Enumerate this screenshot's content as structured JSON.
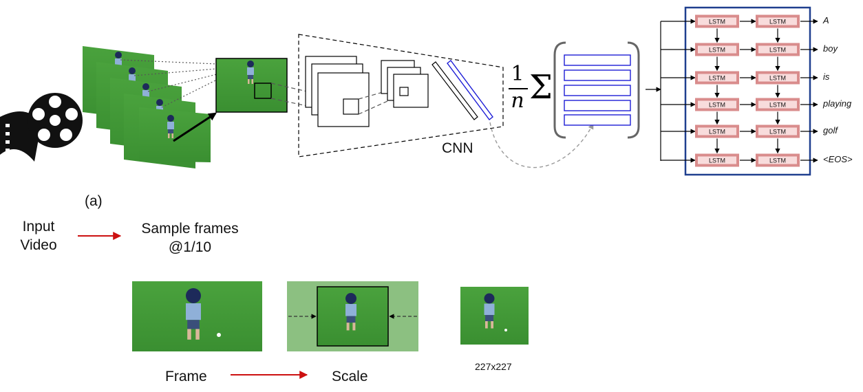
{
  "diagram": {
    "panel_label": "(a)",
    "cnn_label": "CNN",
    "pool_fraction_num": "1",
    "pool_fraction_den": "n",
    "pool_sum_symbol": "Σ",
    "lstm_label": "LSTM",
    "output_words": [
      "A",
      "boy",
      "is",
      "playing",
      "golf",
      "<EOS>"
    ],
    "pipeline": {
      "input_line1": "Input",
      "input_line2": "Video",
      "sample_line1": "Sample frames",
      "sample_line2": "@1/10",
      "frame_label": "Frame",
      "scale_label": "Scale",
      "crop_size": "227x227"
    }
  },
  "colors": {
    "grass": "#3f9a36",
    "lstm_border": "#d98c8c",
    "lstm_fill": "#f8dcdc",
    "lstm_frame": "#1f3f8f",
    "feature_blue": "#1c1cd6",
    "arrow_red": "#cc1010"
  }
}
